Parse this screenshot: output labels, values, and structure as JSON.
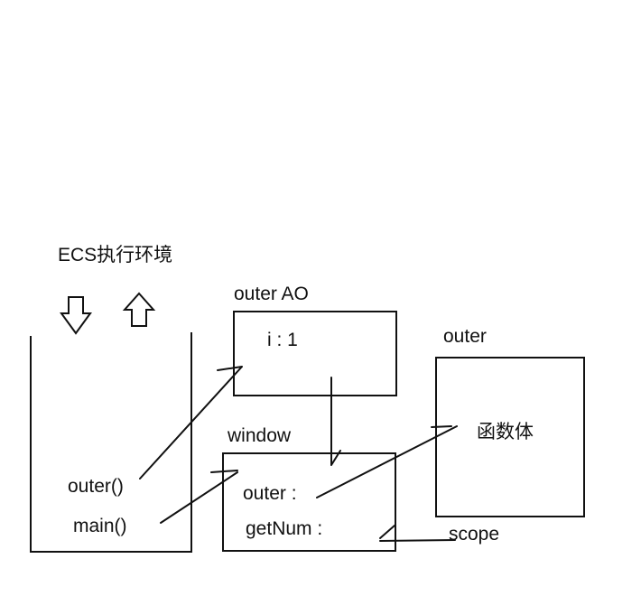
{
  "title": "ECS执行环境",
  "stack": {
    "frames": [
      "outer()",
      "main()"
    ]
  },
  "outer_ao": {
    "title": "outer AO",
    "entries": [
      "i : 1"
    ]
  },
  "window": {
    "title": "window",
    "entries": [
      "outer :",
      "getNum :"
    ]
  },
  "outer_fn": {
    "title": "outer",
    "body": "函数体"
  },
  "scope_label": "scope",
  "colors": {
    "stroke": "#111111",
    "background": "#ffffff"
  }
}
